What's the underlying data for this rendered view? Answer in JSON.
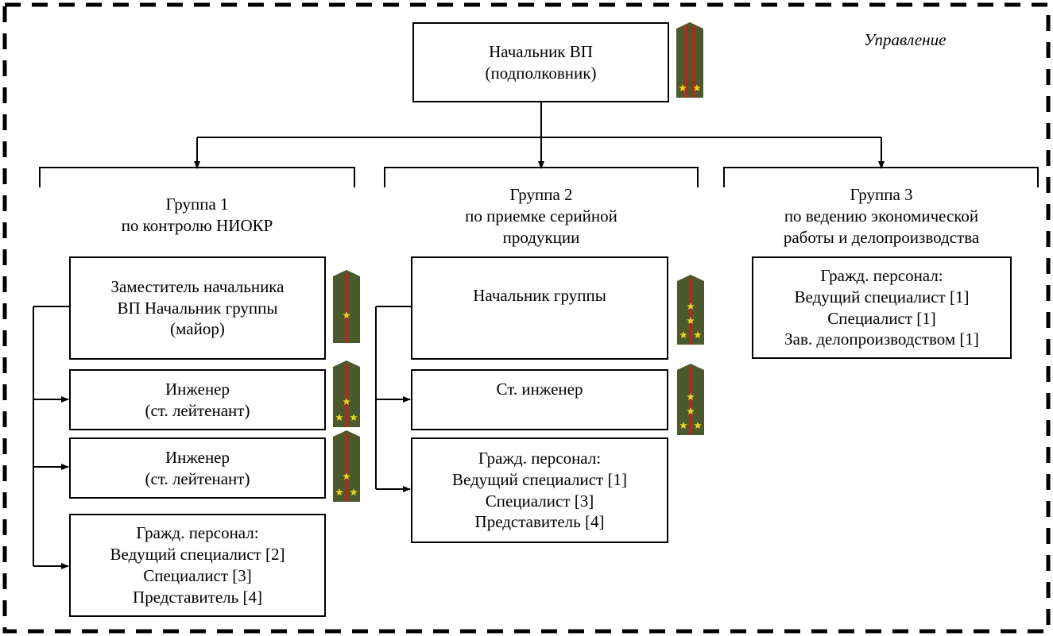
{
  "section_label": "Управление",
  "chief": {
    "lines": [
      "Начальник ВП",
      "(подполковник)"
    ],
    "rank_stars": 2
  },
  "groups": [
    {
      "heading": [
        "Группа 1",
        "по контролю НИОКР"
      ],
      "units": [
        {
          "lines": [
            "Заместитель начальника",
            "ВП  Начальник группы",
            "(майор)"
          ],
          "rank_stars": 1
        },
        {
          "lines": [
            "Инженер",
            "(ст. лейтенант)"
          ],
          "rank_stars": 3
        },
        {
          "lines": [
            "Инженер",
            "(ст. лейтенант)"
          ],
          "rank_stars": 3
        },
        {
          "lines": [
            "Гражд. персонал:",
            "Ведущий специалист [2]",
            "Специалист [3]",
            "Представитель [4]"
          ]
        }
      ]
    },
    {
      "heading": [
        "Группа 2",
        "по приемке серийной",
        "продукции"
      ],
      "units": [
        {
          "lines": [
            "Начальник группы"
          ],
          "rank_stars": 4
        },
        {
          "lines": [
            "Ст. инженер"
          ],
          "rank_stars": 4
        },
        {
          "lines": [
            "Гражд. персонал:",
            "Ведущий специалист [1]",
            "Специалист [3]",
            "Представитель [4]"
          ]
        }
      ]
    },
    {
      "heading": [
        "Группа 3",
        "по ведению экономической",
        "работы и делопроизводства"
      ],
      "units": [
        {
          "lines": [
            "Гражд. персонал:",
            "Ведущий специалист [1]",
            "Специалист [1]",
            "Зав. делопроизводством [1]"
          ]
        }
      ]
    }
  ],
  "colors": {
    "strap": "#4a5a2c",
    "stripe": "#d11a1a",
    "star": "#f3d21c"
  }
}
